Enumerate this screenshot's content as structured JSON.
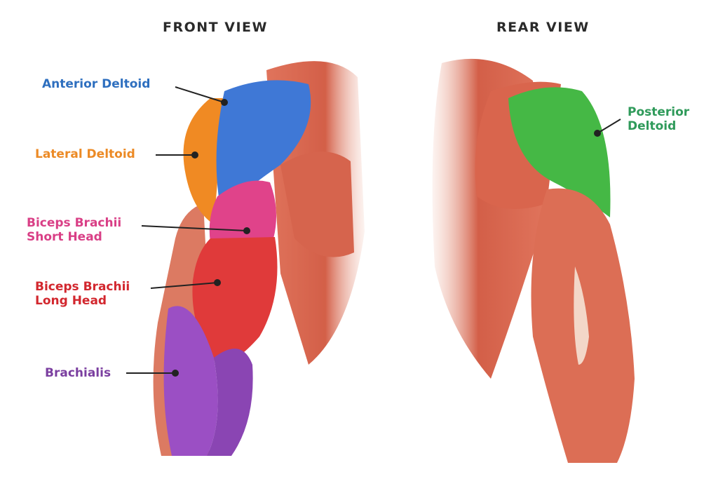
{
  "titles": {
    "front": "FRONT VIEW",
    "rear": "REAR VIEW"
  },
  "labels": {
    "anterior_deltoid": {
      "text": "Anterior Deltoid",
      "color": "#2e6fbf"
    },
    "lateral_deltoid": {
      "text": "Lateral Deltoid",
      "color": "#ec8a25"
    },
    "biceps_short_l1": "Biceps Brachii",
    "biceps_short_l2": "Short Head",
    "biceps_short_color": "#d93f86",
    "biceps_long_l1": "Biceps Brachii",
    "biceps_long_l2": "Long Head",
    "biceps_long_color": "#d2272e",
    "brachialis": {
      "text": "Brachialis",
      "color": "#7b3fa0"
    },
    "posterior_l1": "Posterior",
    "posterior_l2": "Deltoid",
    "posterior_color": "#2f9a5a"
  },
  "colors": {
    "muscle": "#d9654d",
    "muscle_light": "#e98a72",
    "anterior": "#3f78d6",
    "lateral": "#f08a23",
    "biceps_short": "#e0438a",
    "biceps_long": "#e03a3a",
    "brachialis": "#9b4fc4",
    "posterior": "#45b845",
    "leader": "#222222"
  }
}
